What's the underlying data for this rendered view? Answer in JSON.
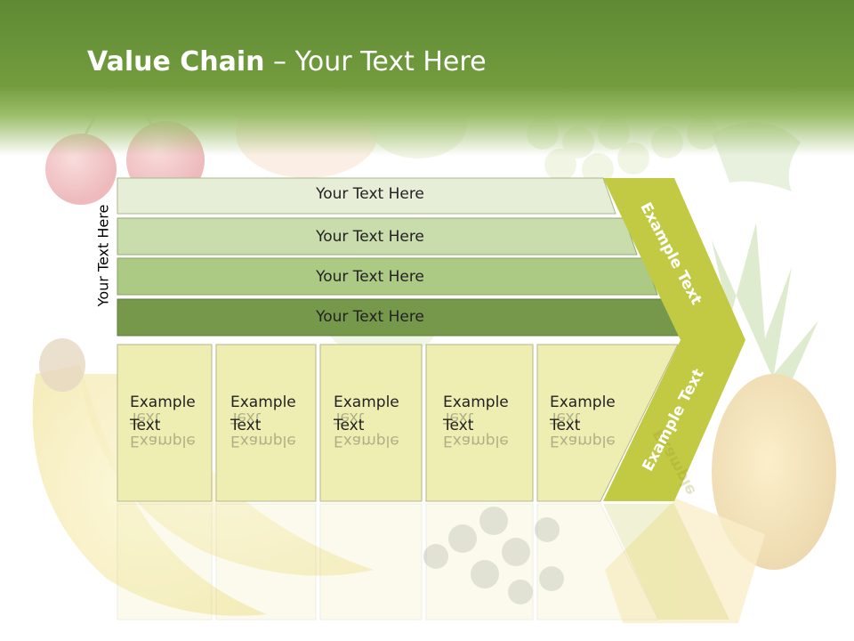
{
  "slide": {
    "title_bold": "Value Chain",
    "title_rest": " – Your Text Here",
    "side_label": "Your Text Here",
    "rows": [
      {
        "label": "Your Text Here"
      },
      {
        "label": "Your Text Here"
      },
      {
        "label": "Your Text Here"
      },
      {
        "label": "Your Text Here"
      }
    ],
    "boxes": [
      {
        "line1": "Example",
        "line2": "Text"
      },
      {
        "line1": "Example",
        "line2": "Text"
      },
      {
        "line1": "Example",
        "line2": "Text"
      },
      {
        "line1": "Example",
        "line2": "Text"
      },
      {
        "line1": "Example",
        "line2": "Text"
      }
    ],
    "arrow_upper_label": "Example Text",
    "arrow_lower_label": "Example Text",
    "reflection_label": "Example"
  },
  "colors": {
    "header_green": "#6a9438",
    "row1": "#e6eed8",
    "row2": "#c9dcac",
    "row3": "#adca84",
    "row4": "#76984a",
    "box_fill": "#eeedb2",
    "chevron": "#c2c943"
  }
}
